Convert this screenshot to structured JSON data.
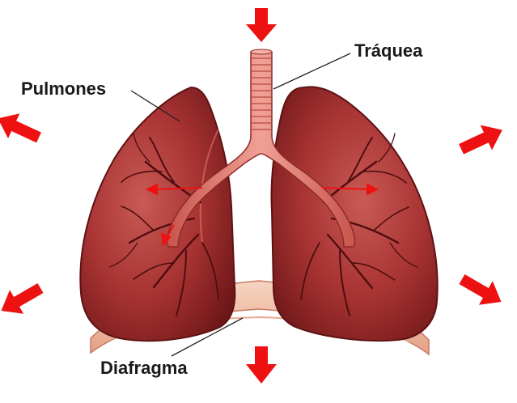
{
  "labels": {
    "trachea": "Tráquea",
    "lungs": "Pulmones",
    "diaphragm": "Diafragma"
  },
  "colors": {
    "arrow": "#ee1111",
    "lung_dark": "#7a1d1e",
    "lung_mid": "#a63232",
    "lung_light": "#d8736b",
    "trachea": "#e58a80",
    "diaphragm": "#f2c3a8",
    "bronchi": "#5a0f12",
    "leader": "#222222"
  },
  "icons": {
    "expansion_arrows": "red-arrow-icon"
  }
}
